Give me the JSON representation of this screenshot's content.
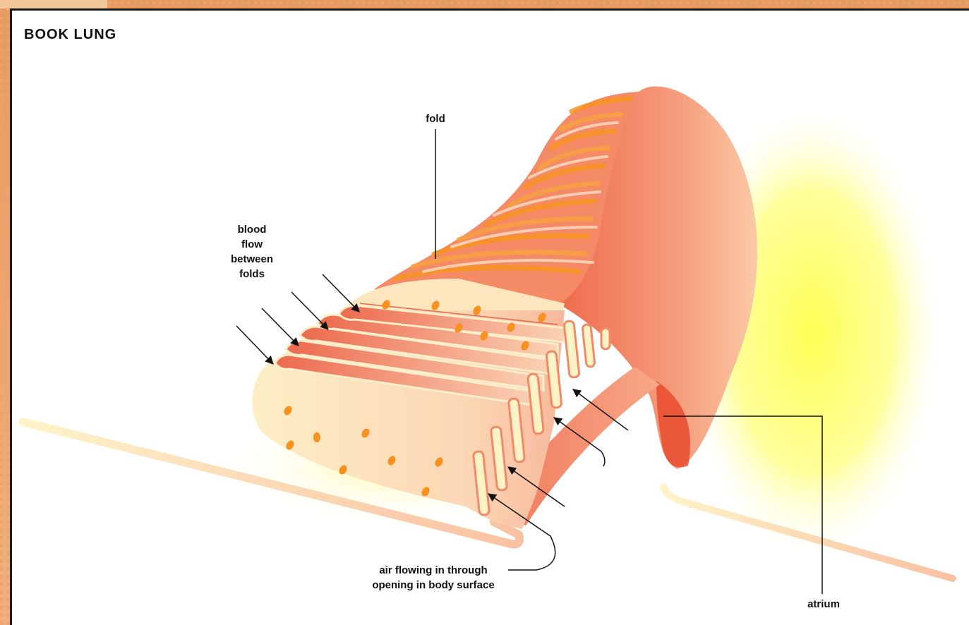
{
  "title": "BOOK LUNG",
  "labels": {
    "fold": "fold",
    "blood_flow": [
      "blood",
      "flow",
      "between",
      "folds"
    ],
    "air_flowing": [
      "air flowing in through",
      "opening in body surface"
    ],
    "atrium": "atrium"
  },
  "colors": {
    "tissue_dark": "#ec6a4e",
    "tissue_light": "#f8b596",
    "cream": "#fde6bd",
    "orange_dot": "#f7921e",
    "glow": "#ffff66",
    "frame": "#f2b07a"
  }
}
